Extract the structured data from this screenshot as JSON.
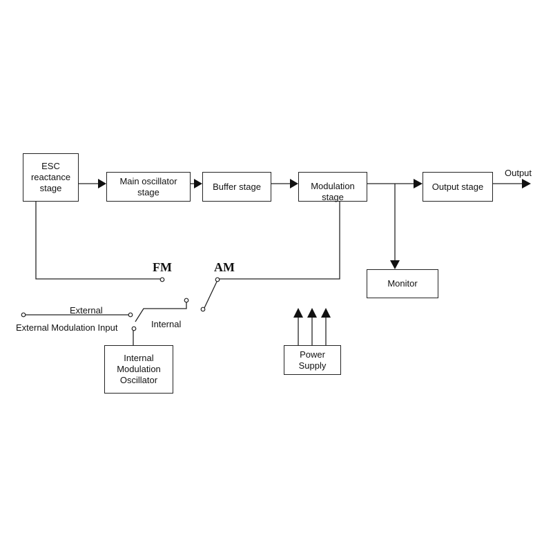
{
  "blocks": {
    "esc_reactance": "ESC\nreactance\nstage",
    "main_oscillator": "Main oscillator\nstage",
    "buffer": "Buffer stage",
    "modulation": "Modulation stage",
    "output_stage": "Output stage",
    "monitor": "Monitor",
    "internal_mod_osc": "Internal\nModulation\nOscillator",
    "power_supply": "Power\nSupply"
  },
  "labels": {
    "output": "Output",
    "fm": "FM",
    "am": "AM",
    "external": "External",
    "external_input": "External Modulation Input",
    "internal": "Internal"
  }
}
